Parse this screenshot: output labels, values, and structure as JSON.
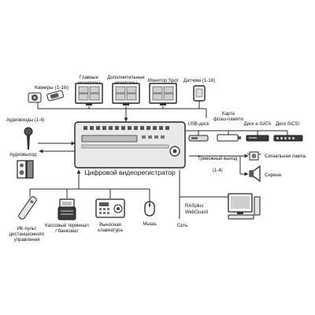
{
  "title": "Цифровой видеорегистратор",
  "colors": {
    "ink": "#2a2a2a",
    "device_dark": "#3a3a3a",
    "device_light": "#e6e6e6",
    "screen": "#cfcfcf"
  },
  "labels": {
    "cameras": "Камеры (1-16)",
    "main_monitors": "Главные мониторы",
    "extra_monitors": "Дополнительные мониторы",
    "spot_monitor": "Монитор Spot",
    "sensors": "Датчики (1-16)",
    "audio_in": "Аудиовходы (1-4)",
    "audio_out": "Аудиовыход",
    "usb_disk": "USB-диск",
    "flash_card": "Карта флэш-памяти",
    "esata_disk": "Диск e-SATA",
    "iscsi_disk": "Диск iSCSI",
    "alarm_out": "Тревожный выход",
    "alarm_range": "(1-4)",
    "signal_lamp": "Сигнальная лампа",
    "siren": "Сирена",
    "ir_remote": "ИК-пульт дистанционного управления",
    "cash_terminal": "Кассовый терминал / банкомат",
    "remote_keyboard": "Выносная клавиатура",
    "mouse": "Мышь",
    "rasplus": "RASplus",
    "webguard": "WebGuard",
    "network": "Сеть"
  },
  "icons": [
    "camera-icon",
    "usb-camera-icon",
    "monitor-icon",
    "sensor-icon",
    "microphone-icon",
    "speaker-icon",
    "usb-disk-icon",
    "flash-card-icon",
    "esata-disk-icon",
    "iscsi-disk-icon",
    "signal-lamp-icon",
    "siren-icon",
    "ir-remote-icon",
    "cash-terminal-icon",
    "keyboard-icon",
    "mouse-icon",
    "computer-icon"
  ]
}
